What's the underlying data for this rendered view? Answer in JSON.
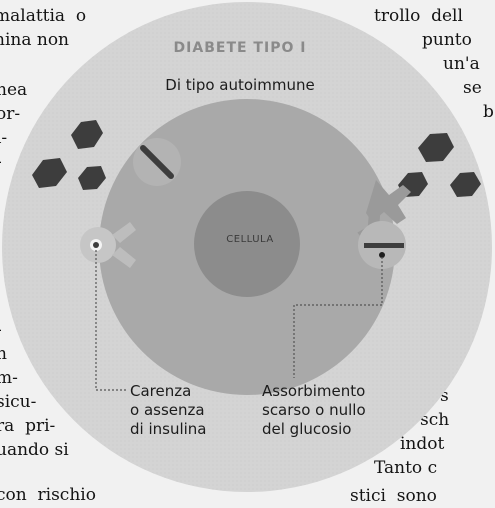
{
  "diagram": {
    "title": "DIABETE TIPO I",
    "subtitle": "Di tipo autoimmune",
    "cell_label": "CELLULA",
    "caption_left": "Carenza\no assenza\ndi insulina",
    "caption_right": "Assorbimento\nscarso o nullo\ndel glucosio"
  },
  "background_text": [
    "malattia  o",
    "nina non",
    "nea",
    "or-",
    "i-",
    "-",
    "-",
    "n",
    "m-",
    "sicu-",
    "ra  pri-",
    "uando si",
    "con  rischio",
    "trollo  dell",
    "punto",
    "un'a",
    "se",
    "b",
    "s",
    "sch",
    "indot",
    "Tanto c",
    "stici  sono"
  ],
  "colors": {
    "page": "#f1f1f1",
    "disc": "#d4d4d4",
    "cell_outer": "#a9a9a9",
    "nucleus": "#8c8c8c",
    "dark_shapes": "#3d3d3d",
    "title": "#8a8a8a"
  },
  "icons": [
    "insulin-hexagon-icon",
    "receptor-icon",
    "blocked-channel-icon",
    "glucose-channel-icon"
  ]
}
